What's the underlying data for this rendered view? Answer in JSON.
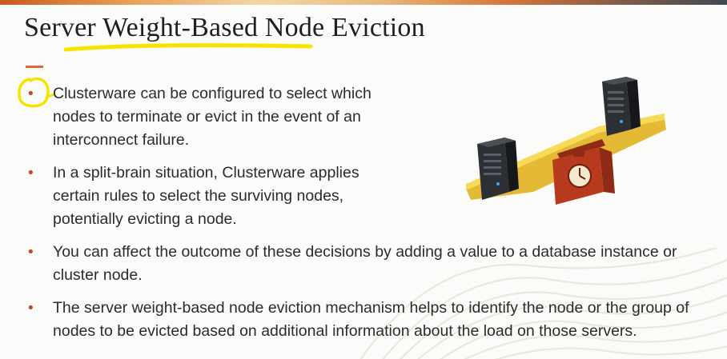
{
  "slide": {
    "title": "Server Weight-Based Node Eviction",
    "bullet_marker": "•",
    "bullets": [
      {
        "text": "Clusterware can be configured to select which nodes to terminate or evict in the event of an interconnect failure."
      },
      {
        "text": "In a split-brain situation, Clusterware applies certain rules to select the surviving nodes, potentially evicting a node."
      },
      {
        "text": "You can affect the outcome of these decisions by adding a value to a database instance or cluster node."
      },
      {
        "text": "The server weight-based node eviction mechanism helps to identify the node or the group of nodes to be evicted based on additional information about the load on those servers."
      }
    ]
  },
  "annotations": {
    "highlight_color": "#f5e400",
    "shapes": [
      "underline",
      "circle",
      "dot"
    ]
  },
  "illustration": {
    "icons": [
      "server-tower-icon",
      "server-tower-icon",
      "weighing-scale-icon",
      "clock-icon"
    ],
    "colors": {
      "plank": "#f3d14a",
      "weight_box": "#b83a1e",
      "server": "#2c2f33"
    }
  },
  "theme": {
    "accent": "#e2643a",
    "bullet_color": "#c9462a"
  }
}
